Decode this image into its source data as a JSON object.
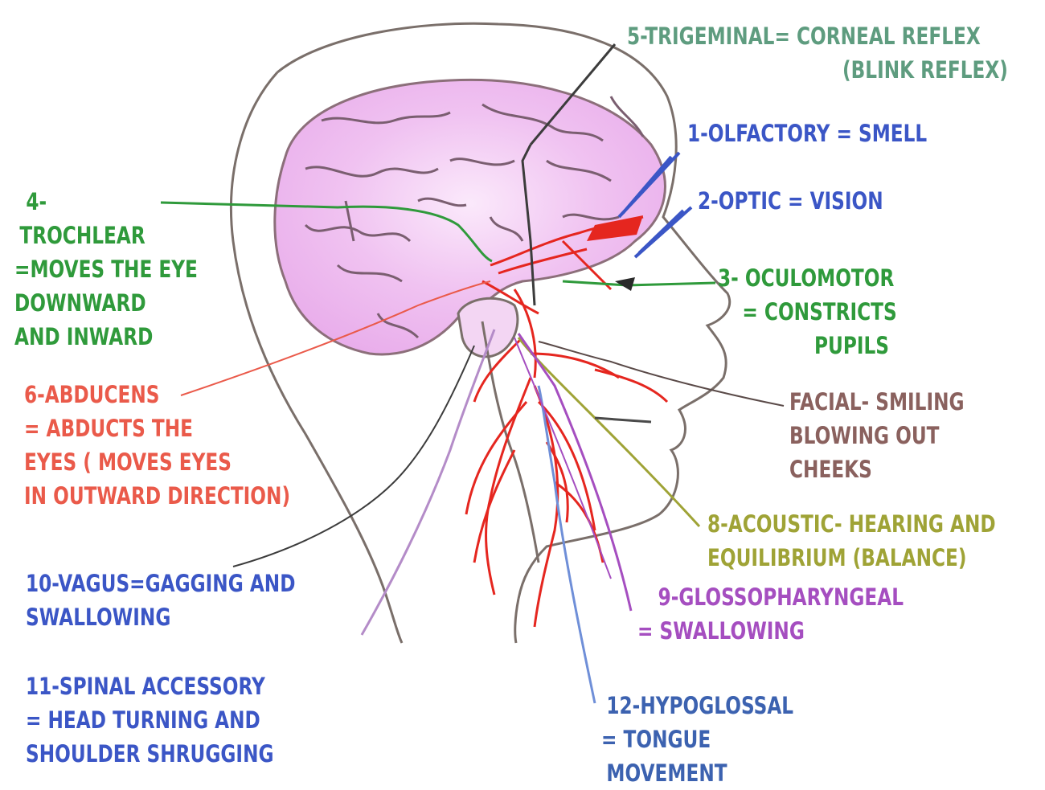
{
  "colors": {
    "trigeminal": "#5e9c7f",
    "olfactory": "#3b56c6",
    "optic": "#3b56c6",
    "oculomotor": "#2f9a3b",
    "trochlear": "#2f9a3b",
    "abducens": "#ea5a4a",
    "facial": "#8a615e",
    "acoustic": "#9fa336",
    "glossopharyngeal": "#a54ec0",
    "vagus": "#3b56c6",
    "spinal_accessory": "#3b56c6",
    "hypoglossal": "#3c62b0",
    "brain_fill": "#efbdf0",
    "outline": "#7a6f6a",
    "nerve_red": "#e5261f"
  },
  "labels": {
    "trigeminal": [
      "5-TRIGEMINAL= CORNEAL REFLEX",
      "(BLINK REFLEX)"
    ],
    "olfactory": [
      "1-OLFACTORY = SMELL"
    ],
    "optic": [
      "2-OPTIC = VISION"
    ],
    "trochlear": [
      "4-",
      "TROCHLEAR",
      "=MOVES THE EYE",
      "DOWNWARD",
      "AND INWARD"
    ],
    "oculomotor": [
      "3- OCULOMOTOR",
      "= CONSTRICTS",
      "PUPILS"
    ],
    "abducens": [
      "6-ABDUCENS",
      "= ABDUCTS THE",
      "EYES ( MOVES EYES",
      "IN OUTWARD DIRECTION)"
    ],
    "facial": [
      "FACIAL- SMILING",
      "BLOWING OUT",
      "CHEEKS"
    ],
    "acoustic": [
      "8-ACOUSTIC- HEARING AND",
      "EQUILIBRIUM (BALANCE)"
    ],
    "glossopharyngeal": [
      "9-GLOSSOPHARYNGEAL",
      "= SWALLOWING"
    ],
    "vagus": [
      "10-VAGUS=GAGGING AND",
      "SWALLOWING"
    ],
    "spinal_accessory": [
      "11-SPINAL ACCESSORY",
      "= HEAD TURNING AND",
      "SHOULDER SHRUGGING"
    ],
    "hypoglossal": [
      "12-HYPOGLOSSAL",
      "= TONGUE",
      "MOVEMENT"
    ]
  }
}
